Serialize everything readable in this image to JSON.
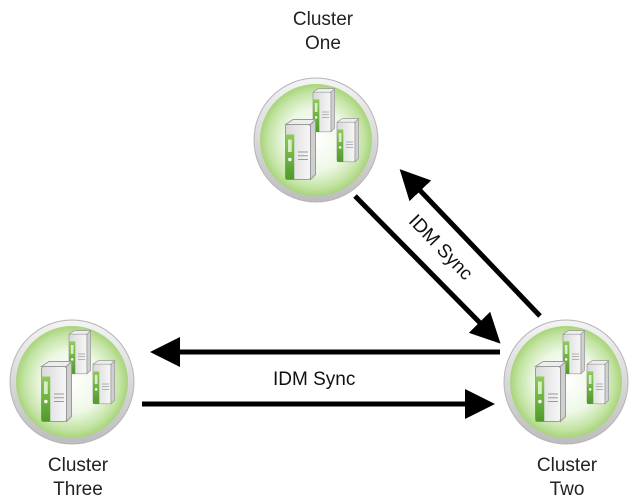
{
  "clusters": {
    "one": {
      "line1": "Cluster",
      "line2": "One"
    },
    "two": {
      "line1": "Cluster",
      "line2": "Two"
    },
    "three": {
      "line1": "Cluster",
      "line2": "Three"
    }
  },
  "links": {
    "diagonal_label": "IDM Sync",
    "horizontal_label": "IDM Sync"
  },
  "colors": {
    "node_green": "#a8d47a",
    "node_rim": "#c7c7c7",
    "arrow": "#000000"
  },
  "icons": [
    "server-cluster-icon",
    "arrow-icon"
  ]
}
